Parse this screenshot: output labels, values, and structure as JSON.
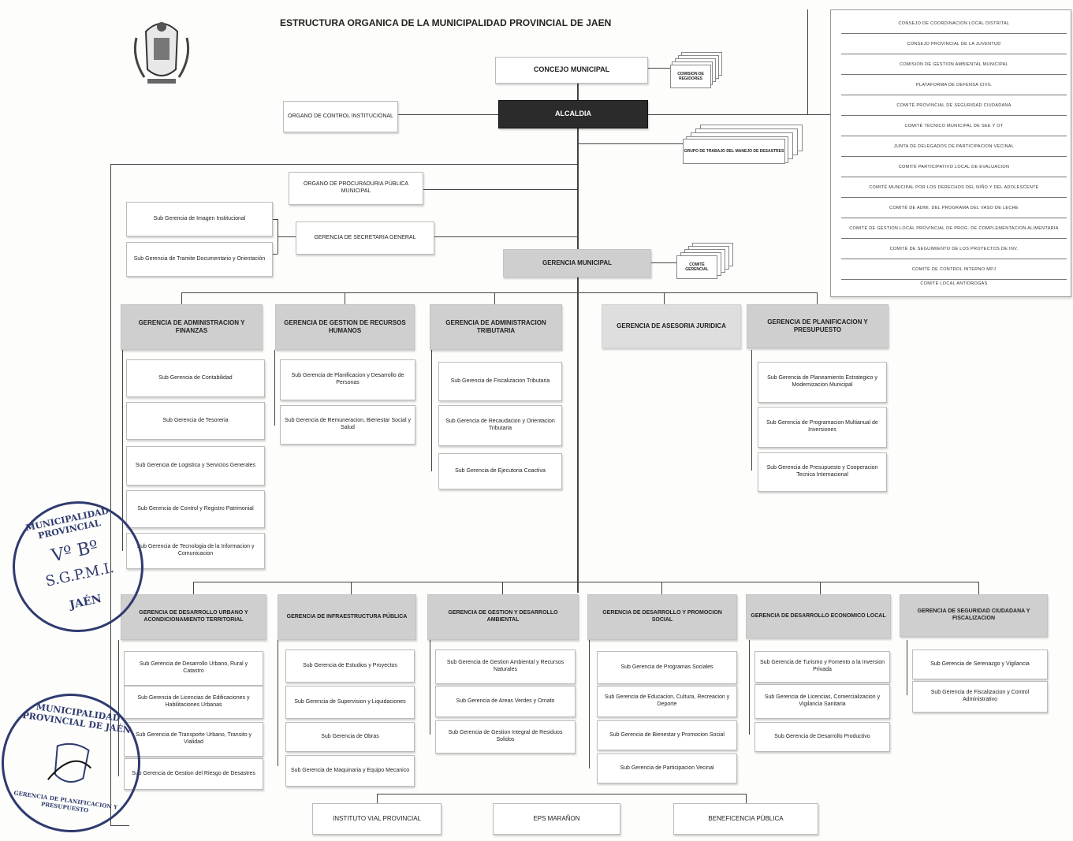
{
  "title": "ESTRUCTURA ORGANICA DE LA MUNICIPALIDAD PROVINCIAL DE JAEN",
  "top": {
    "concejo": "CONCEJO MUNICIPAL",
    "comisiones": "COMISION DE REGIDORES",
    "control": "ORGANO DE CONTROL INSTITUCIONAL",
    "alcaldia": "ALCALDIA",
    "grupo_trabajo": "GRUPO DE TRABAJO DEL MANEJO DE DESASTRES",
    "procuraduria": "ORGANO DE PROCURADURIA PÚBLICA MUNICIPAL",
    "imagen": "Sub Gerencia de Imagen Institucional",
    "tramite": "Sub Gerencia de Tramite Documentario y Orientación",
    "secretaria": "GERENCIA DE SECRETARIA GENERAL",
    "gerencia_municipal": "GERENCIA MUNICIPAL",
    "comite_gerencial": "COMITÉ GERENCIAL"
  },
  "committees": [
    "CONSEJO DE COORDINACION LOCAL DISTRITAL",
    "CONSEJO PROVINCIAL DE LA JUVENTUD",
    "COMISION DE GESTION AMBIENTAL MUNICIPAL",
    "PLATAFORMA DE DEFENSA CIVIL",
    "COMITÉ PROVINCIAL DE SEGURIDAD CIUDADANA",
    "COMITÉ TECNICO MUNICIPAL DE SEE Y OT",
    "JUNTA DE DELEGADOS DE PARTICIPACION VECINAL",
    "COMITÉ PARTICIPATIVO LOCAL DE EVALUACION",
    "COMITÉ MUNICIPAL POR LOS DERECHOS DEL NIÑO Y DEL ADOLESCENTE",
    "COMITÉ DE ADMI. DEL PROGRAMA DEL VASO DE LECHE",
    "COMITÉ DE GESTION LOCAL PROVINCIAL DE PROG. DE COMPLEMENTACION ALIMENTARIA",
    "COMITÉ DE SEGUIMIENTO DE LOS PROYECTOS DE INV.",
    "COMITÉ DE CONTROL INTERNO MPJ",
    "COMITÉ LOCAL ANTIDROGAS"
  ],
  "row1": [
    {
      "name": "GERENCIA DE ADMINISTRACION Y FINANZAS",
      "subs": [
        "Sub Gerencia de Contabilidad",
        "Sub Gerencia de Tesoreria",
        "Sub Gerencia de Logistica y Servicios Generales",
        "Sub Gerencia de Control y Registro Patrimonial",
        "Sub Gerencia de Tecnologia de la Informacion y Comunicacion"
      ]
    },
    {
      "name": "GERENCIA DE GESTION DE RECURSOS HUMANOS",
      "subs": [
        "Sub Gerencia de Planificacion y Desarrollo de Personas",
        "Sub Gerencia de Remuneracion, Bienestar Social y Salud"
      ]
    },
    {
      "name": "GERENCIA DE ADMINISTRACION TRIBUTARIA",
      "subs": [
        "Sub Gerencia de Fiscalizacion Tributaria",
        "Sub Gerencia de Recaudacion y Orientacion Tributaria",
        "Sub Gerencia de Ejecutoria Coactiva"
      ]
    },
    {
      "name": "GERENCIA DE ASESORIA JURIDICA",
      "subs": []
    },
    {
      "name": "GERENCIA DE PLANIFICACION Y PRESUPUESTO",
      "subs": [
        "Sub Gerencia de Planeamiento Estrategico y Modernizacion Municipal",
        "Sub Gerencia de Programacion Multianual de Inversiones",
        "Sub Gerencia de Presupuesto y Cooperacion Tecnica Internacional"
      ]
    }
  ],
  "row2": [
    {
      "name": "GERENCIA DE DESARROLLO URBANO Y ACONDICIONAMIENTO TERRITORIAL",
      "subs": [
        "Sub Gerencia de Desarrollo Urbano, Rural y Catastro",
        "Sub Gerencia de Licencias de Edificaciones y Habilitaciones Urbanas",
        "Sub Gerencia de Transporte Urbano, Transito y Vialidad",
        "Sub Gerencia de Gestion del Riesgo de Desastres"
      ]
    },
    {
      "name": "GERENCIA DE INFRAESTRUCTURA PÚBLICA",
      "subs": [
        "Sub Gerencia de Estudios y Proyectos",
        "Sub Gerencia de Supervision y Liquidaciones",
        "Sub Gerencia de Obras",
        "Sub Gerencia de Maquinaria y Equipo Mecanico"
      ]
    },
    {
      "name": "GERENCIA DE GESTION Y DESARROLLO AMBIENTAL",
      "subs": [
        "Sub Gerencia de Gestion Ambiental y Recursos Naturales",
        "Sub Gerencia de Areas Verdes y Ornato",
        "Sub Gerencia de Gestion Integral de Residuos Solidos"
      ]
    },
    {
      "name": "GERENCIA DE DESARROLLO Y PROMOCION SOCIAL",
      "subs": [
        "Sub Gerencia de Programas Sociales",
        "Sub Gerencia de Educacion, Cultura, Recreacion y Deporte",
        "Sub Gerencia de Bienestar y Promocion Social",
        "Sub Gerencia de Participacion Vecinal"
      ]
    },
    {
      "name": "GERENCIA DE DESARROLLO ECONOMICO LOCAL",
      "subs": [
        "Sub Gerencia de Turismo y Fomento a la Inversion Privada",
        "Sub Gerencia de Licencias, Comercializacion y Vigilancia Sanitaria",
        "Sub Gerencia de Desarrollo Productivo"
      ]
    },
    {
      "name": "GERENCIA DE SEGURIDAD CIUDADANA Y FISCALIZACION",
      "subs": [
        "Sub Gerencia de Serenazgo y Vigilancia",
        "Sub Gerencia de Fiscalizacion y Control Administrativo"
      ]
    }
  ],
  "bottom": [
    "INSTITUTO VIAL PROVINCIAL",
    "EPS MARAÑON",
    "BENEFICENCIA PÚBLICA"
  ],
  "stamp1": {
    "ring": "MUNICIPALIDAD PROVINCIAL",
    "mark": "Vº Bº",
    "office": "S.G.P.M.I.",
    "city": "JAÉN"
  },
  "stamp2": {
    "ring": "MUNICIPALIDAD PROVINCIAL DE JAÉN",
    "office": "GERENCIA DE PLANIFICACION Y PRESUPUESTO"
  }
}
